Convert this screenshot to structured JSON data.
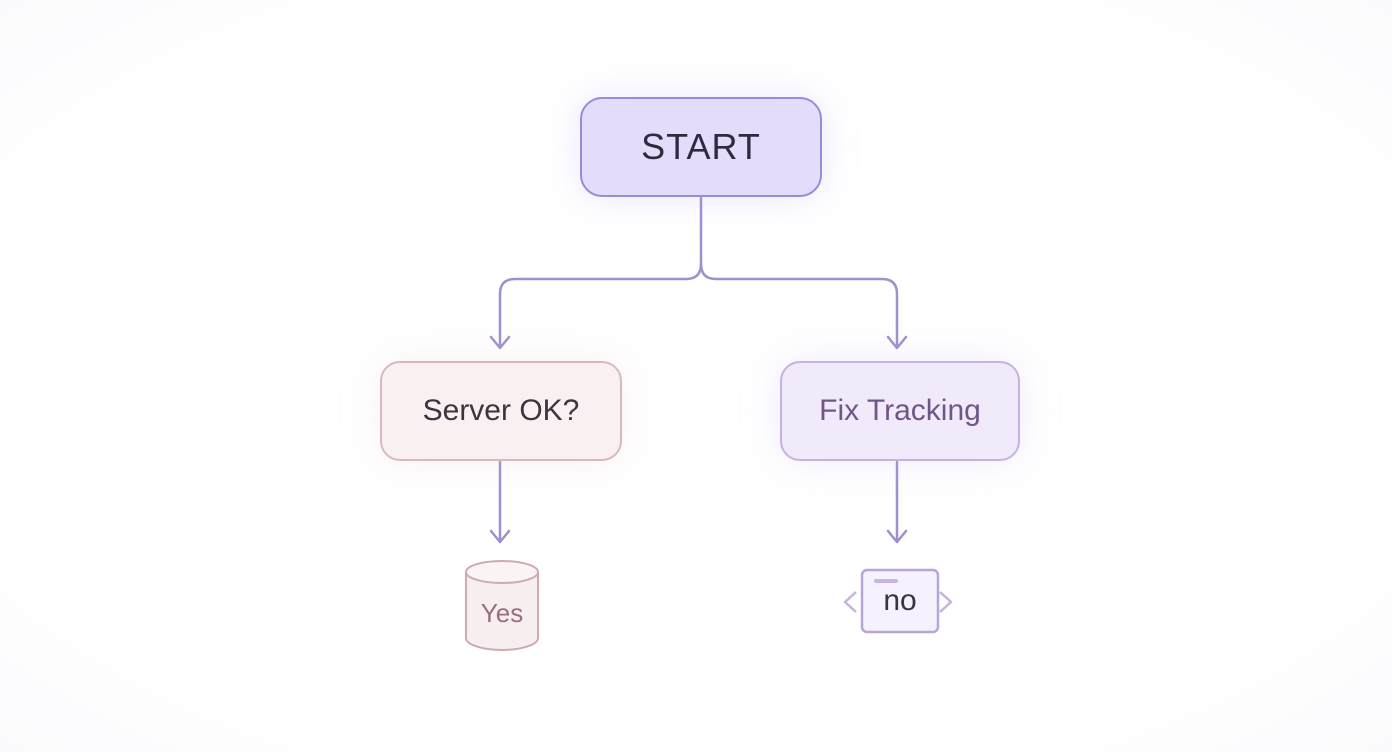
{
  "diagram": {
    "nodes": {
      "start": {
        "label": "START"
      },
      "server_check": {
        "label": "Server OK?"
      },
      "fix_tracking": {
        "label": "Fix Tracking"
      },
      "yes": {
        "label": "Yes",
        "shape": "cylinder"
      },
      "no": {
        "label": "no",
        "shape": "tag"
      }
    },
    "edges": [
      {
        "from": "start",
        "to": "server_check"
      },
      {
        "from": "start",
        "to": "fix_tracking"
      },
      {
        "from": "server_check",
        "to": "yes"
      },
      {
        "from": "fix_tracking",
        "to": "no"
      }
    ],
    "colors": {
      "connector": "#a08fcf",
      "start_fill": "#e4dcfb",
      "start_border": "#9a8ad8",
      "server_fill": "#f8f0f1",
      "server_border": "#d9b9bf",
      "fix_fill": "#f0eafb",
      "fix_border": "#c6b2e2"
    }
  }
}
